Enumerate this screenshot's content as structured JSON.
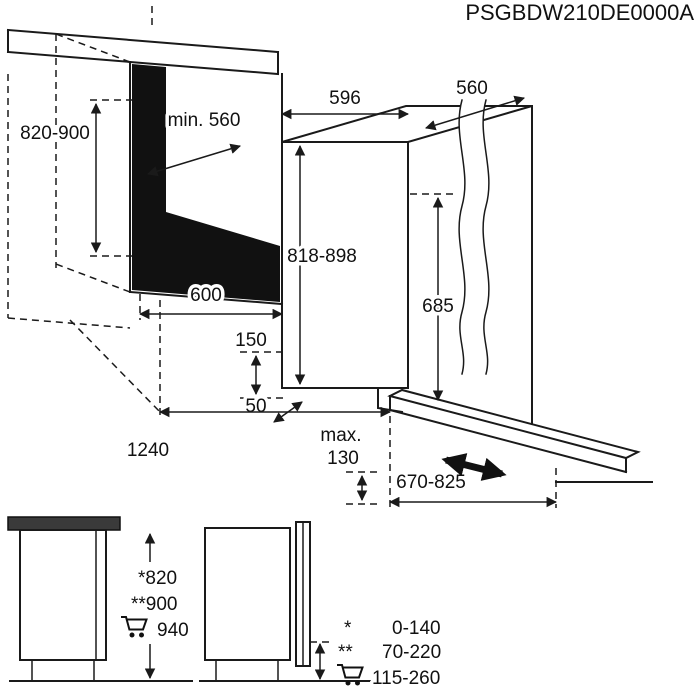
{
  "header": {
    "title": "PSGBDW210DE0000A"
  },
  "installation_view": {
    "niche": {
      "height": "820-900",
      "min_depth": "min. 560",
      "width": "600"
    },
    "appliance": {
      "width": "596",
      "depth": "560",
      "height": "818-898",
      "door_panel_height": "685"
    },
    "clearances": {
      "plinth_height": "150",
      "gap": "50",
      "depth_door_open": "1240",
      "recess_max_word": "max.",
      "recess_max_value": "130",
      "door_travel": "670-825"
    }
  },
  "side_view_left": {
    "height_star": "*820",
    "height_double_star": "**900",
    "height_adjustable": "940"
  },
  "side_view_right": {
    "legend": [
      {
        "marker": "*",
        "range": "0-140"
      },
      {
        "marker": "**",
        "range": "70-220"
      },
      {
        "marker": "cart",
        "range": "115-260"
      }
    ]
  },
  "colors": {
    "line": "#1a1a1a",
    "niche_shadow": "#111111",
    "counter_slab": "#3a3a3a"
  }
}
